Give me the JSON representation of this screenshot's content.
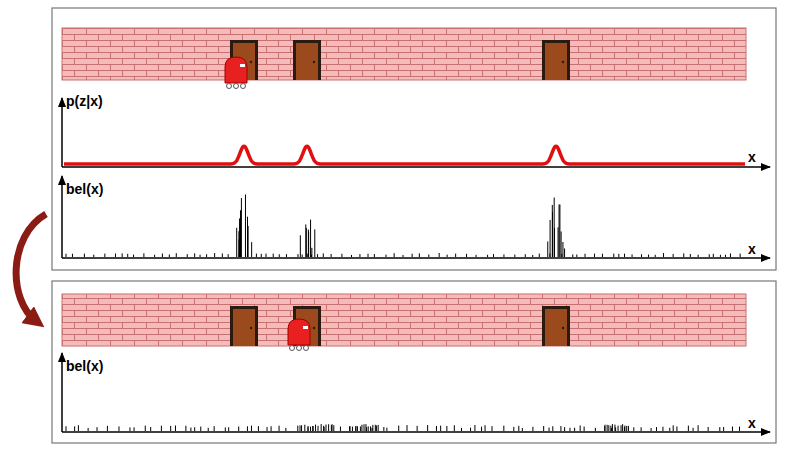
{
  "diagram": {
    "labels": [
      "p(z|x)",
      "x",
      "bel(x)",
      "x",
      "bel(x)",
      "x"
    ]
  }
}
